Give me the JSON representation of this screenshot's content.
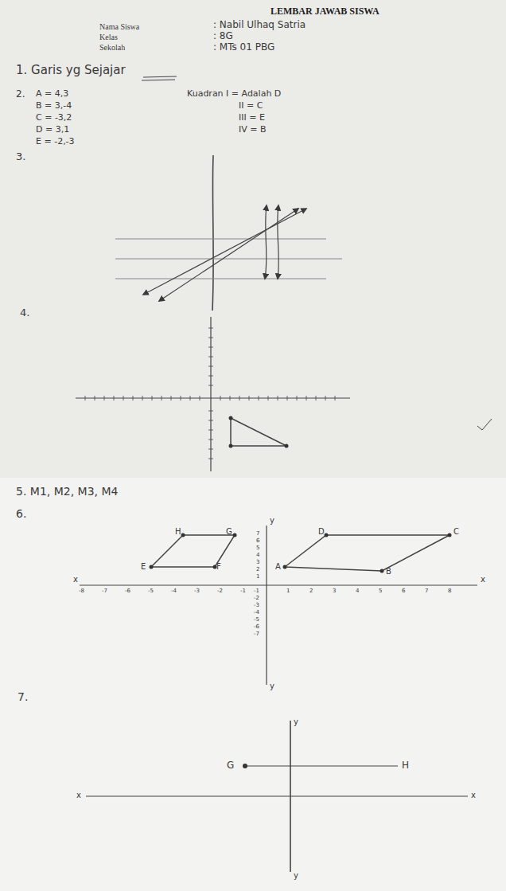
{
  "diagram": {
    "title": "LEMBAR JAWAB SISWA",
    "labels": [
      "Nama Siswa",
      "Kelas",
      "Sekolah",
      ": Nabil Ulhaq Satria",
      ": 8G",
      ": MTs 01 PBG",
      "1. Garis yg Sejajar",
      "2.",
      "A = 4,3",
      "B = 3,-4",
      "C = -3,2",
      "D = 3,1",
      "E = -2,-3",
      "Kuadran I = Adalah D",
      "II = C",
      "III = E",
      "IV = B",
      "3.",
      "4.",
      "5. M1, M2, M3, M4",
      "6.",
      "7.",
      "H",
      "G",
      "E",
      "F",
      "D",
      "C",
      "A",
      "B",
      "y",
      "x",
      "x",
      "y",
      "G",
      "H",
      "y",
      "x",
      "x",
      "y",
      "-8",
      "-7",
      "-6",
      "-5",
      "-4",
      "-3",
      "-2",
      "-1",
      "1",
      "2",
      "3",
      "4",
      "5",
      "6",
      "7",
      "8",
      "7",
      "6",
      "5",
      "4",
      "3",
      "2",
      "1",
      "-1",
      "-2",
      "-3",
      "-4",
      "-5",
      "-6",
      "-7"
    ]
  }
}
